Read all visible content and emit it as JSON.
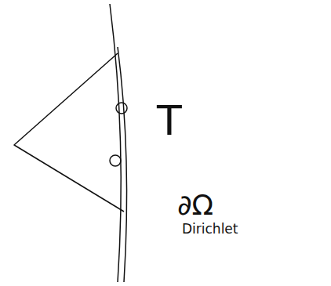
{
  "diagram": {
    "labels": [
      "T",
      "∂Ω",
      "Dirichlet"
    ]
  }
}
